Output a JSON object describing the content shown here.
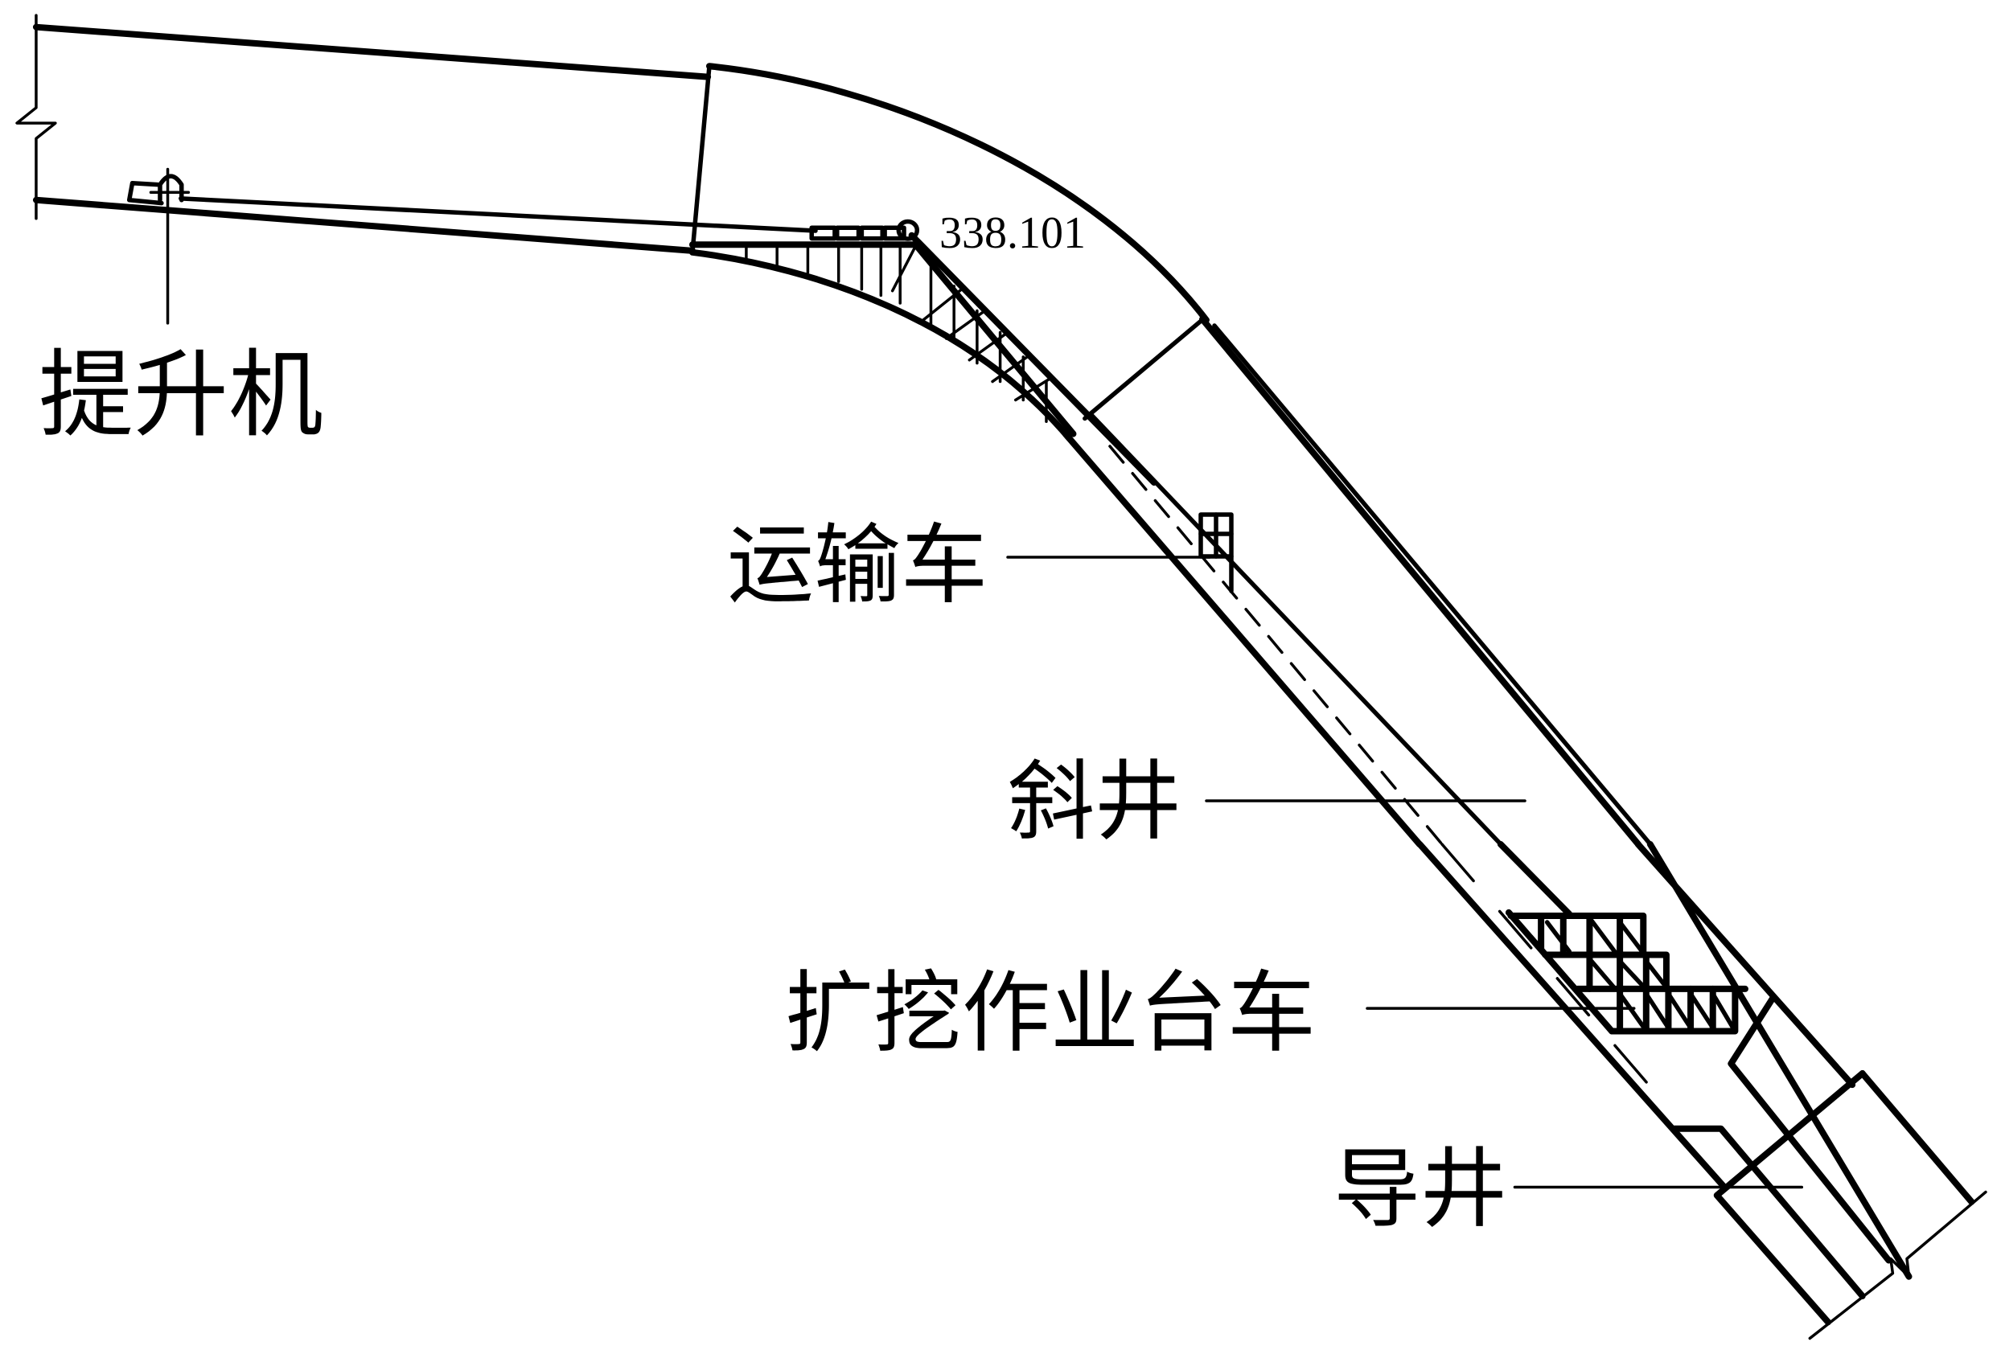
{
  "diagram": {
    "labels": {
      "hoist": "提升机",
      "transport_car": "运输车",
      "inclined_shaft": "斜井",
      "excavation_platform": "扩挖作业台车",
      "pilot_shaft": "导井"
    },
    "elevation": "338.101",
    "colors": {
      "line": "#000000",
      "background": "#ffffff"
    }
  }
}
